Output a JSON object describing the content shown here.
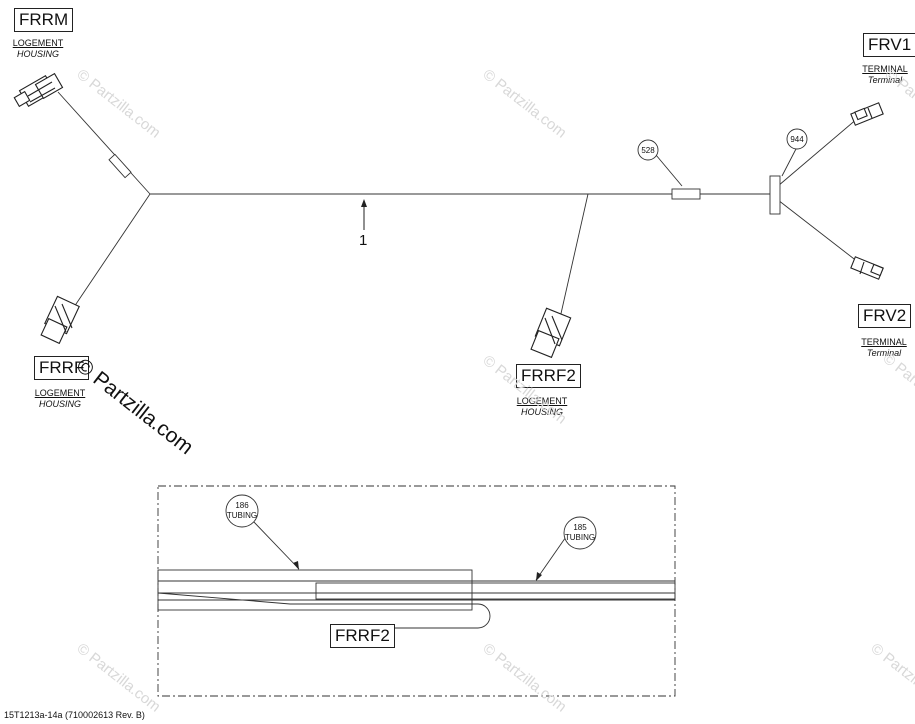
{
  "connectors": {
    "frrm": {
      "code": "FRRM",
      "fr": "LOGEMENT",
      "en": "HOUSING"
    },
    "frrf": {
      "code": "FRRF",
      "fr": "LOGEMENT",
      "en": "HOUSING"
    },
    "frrf2": {
      "code": "FRRF2",
      "fr": "LOGEMENT",
      "en": "HOUSING"
    },
    "frv1": {
      "code": "FRV1",
      "fr": "TERMINAL",
      "en": "Terminal"
    },
    "frv2": {
      "code": "FRV2",
      "fr": "TERMINAL",
      "en": "Terminal"
    }
  },
  "part_number": "1",
  "callouts": {
    "c528": "528",
    "c944": "944",
    "c186": {
      "num": "186",
      "label": "TUBING"
    },
    "c185": {
      "num": "185",
      "label": "TUBING"
    }
  },
  "detail": {
    "connector": "FRRF2"
  },
  "watermark": "© Partzilla.com",
  "footer": "15T1213a-14a (710002613 Rev. B)"
}
